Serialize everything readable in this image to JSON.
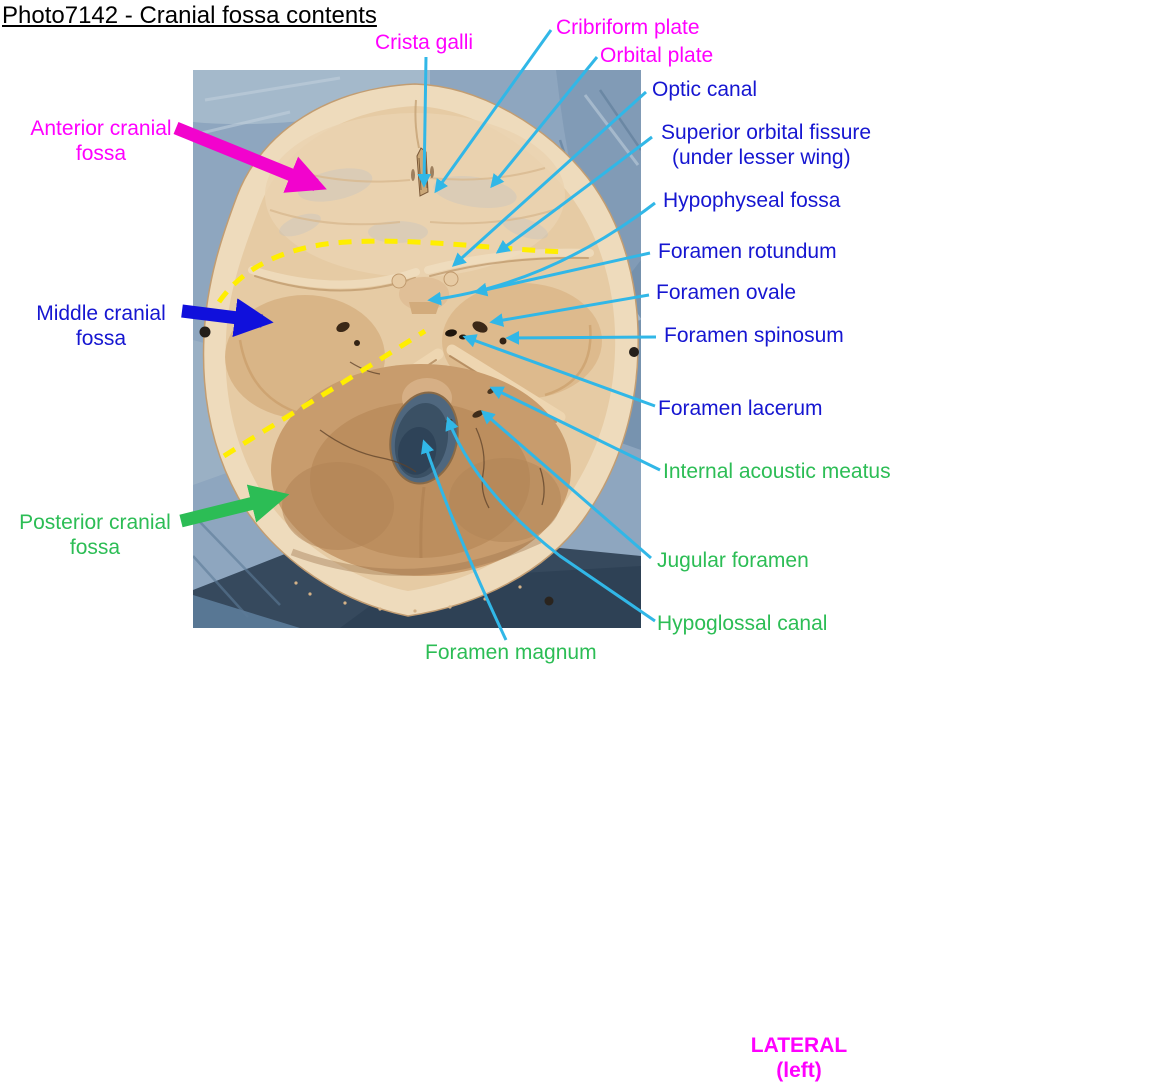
{
  "title": "Photo7142 - Cranial fossa contents",
  "region_labels": {
    "anterior": {
      "line1": "Anterior cranial",
      "line2": "fossa"
    },
    "middle": {
      "line1": "Middle cranial",
      "line2": "fossa"
    },
    "posterior": {
      "line1": "Posterior cranial",
      "line2": "fossa"
    }
  },
  "structure_labels": {
    "crista_galli": "Crista galli",
    "cribriform_plate": "Cribriform plate",
    "orbital_plate": "Orbital plate",
    "optic_canal": "Optic canal",
    "superior_orbital_fissure": "Superior orbital fissure",
    "superior_orbital_fissure_note": "(under lesser wing)",
    "hypophyseal_fossa": "Hypophyseal fossa",
    "foramen_rotundum": "Foramen rotundum",
    "foramen_ovale": "Foramen ovale",
    "foramen_spinosum": "Foramen spinosum",
    "foramen_lacerum": "Foramen lacerum",
    "internal_acoustic_meatus": "Internal acoustic meatus",
    "jugular_foramen": "Jugular foramen",
    "hypoglossal_canal": "Hypoglossal canal",
    "foramen_magnum": "Foramen magnum"
  },
  "orientation": {
    "line1": "LATERAL",
    "line2": "(left)"
  },
  "annotation_colors": {
    "anterior_labels": "#ff00ff",
    "middle_labels": "#1616d1",
    "posterior_labels": "#2cbd55",
    "leader_lines": "#31b7e7",
    "fossa_boundary_dashes": "#ffee00",
    "title": "#000000"
  }
}
